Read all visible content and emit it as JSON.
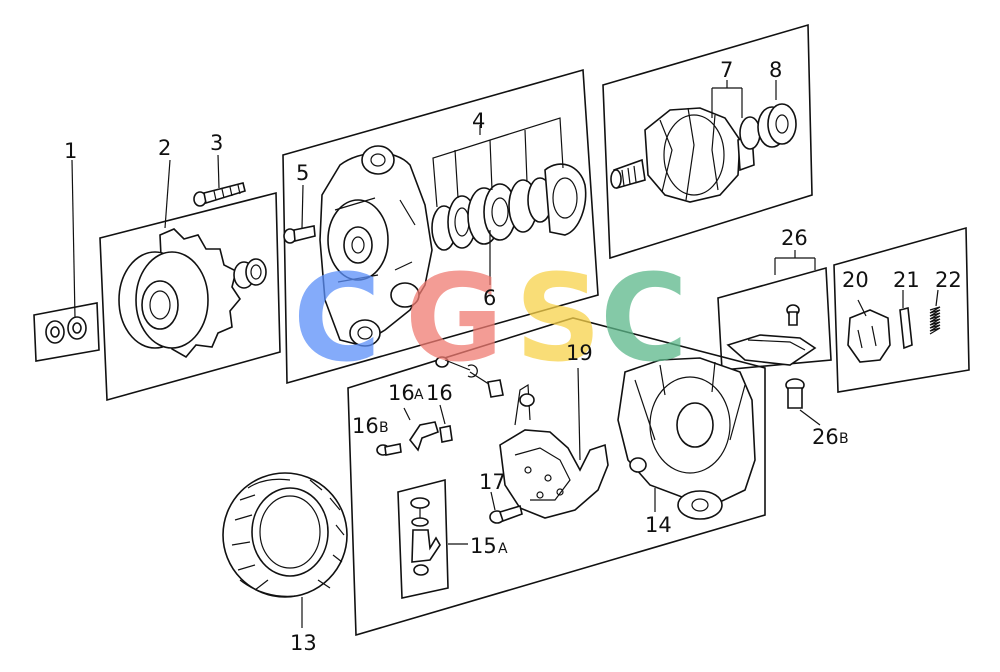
{
  "labels": {
    "p1": "1",
    "p2": "2",
    "p3": "3",
    "p4": "4",
    "p5": "5",
    "p6": "6",
    "p7": "7",
    "p8": "8",
    "p13": "13",
    "p14": "14",
    "p15a": "15",
    "p15a_sub": "A",
    "p16": "16",
    "p16a": "16",
    "p16a_sub": "A",
    "p16b": "16",
    "p16b_sub": "B",
    "p17": "17",
    "p19": "19",
    "p20": "20",
    "p21": "21",
    "p22": "22",
    "p26": "26",
    "p26b": "26",
    "p26b_sub": "B"
  },
  "watermark": {
    "letters": [
      "C",
      "G",
      "S",
      "C"
    ],
    "colors": [
      "#5b8ff9",
      "#f07b72",
      "#f8d24a",
      "#5cb88a"
    ]
  }
}
